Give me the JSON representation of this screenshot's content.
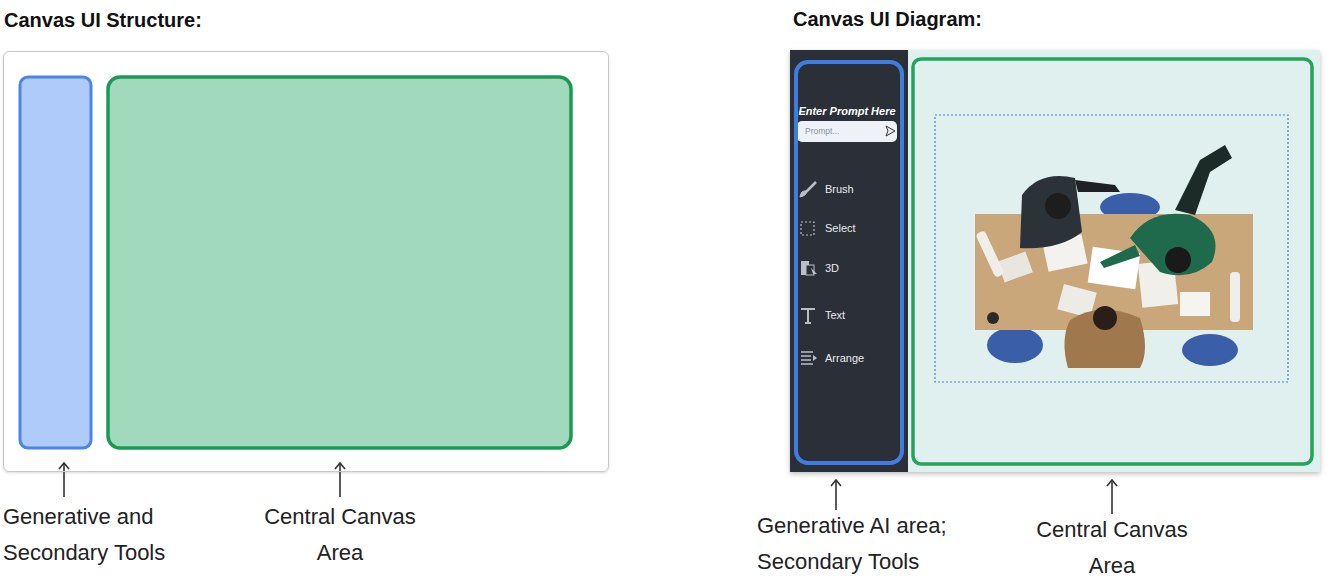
{
  "diagram": {
    "nodes": [
      {
        "text": [
          "Canvas UI Structure:"
        ]
      },
      {
        "text": [
          "Canvas UI Diagram:"
        ]
      },
      {
        "text": [
          "Enter Prompt Here",
          "Brush",
          "Select",
          "3D",
          "Text",
          "Arrange"
        ],
        "in": 1
      },
      {
        "text": [
          "Prompt..."
        ],
        "in": 2
      }
    ],
    "labels": [
      "Generative and Secondary Tools",
      "Central Canvas Area",
      "Generative AI area; Secondary Tools",
      "Central Canvas Area"
    ]
  }
}
